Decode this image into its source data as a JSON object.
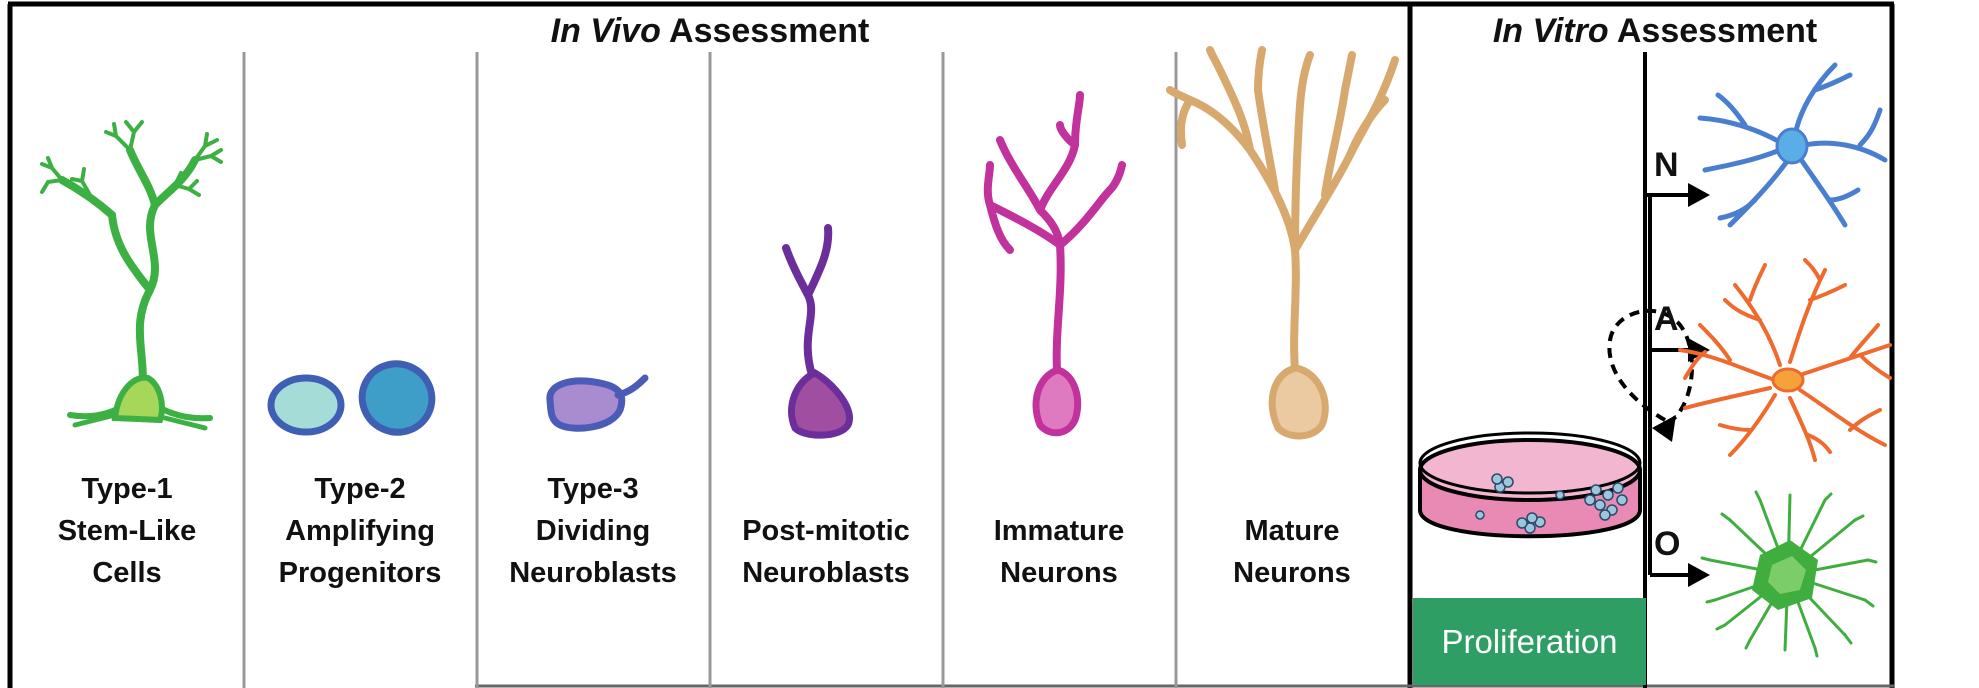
{
  "in_vivo": {
    "title_italic": "In Vivo",
    "title_rest": " Assessment",
    "stages": [
      {
        "lines": [
          "Type-1",
          "Stem-Like",
          "Cells"
        ]
      },
      {
        "lines": [
          "Type-2",
          "Amplifying",
          "Progenitors"
        ]
      },
      {
        "lines": [
          "Type-3",
          "Dividing",
          "Neuroblasts"
        ]
      },
      {
        "lines": [
          "Post-mitotic",
          "Neuroblasts"
        ]
      },
      {
        "lines": [
          "Immature",
          "Neurons"
        ]
      },
      {
        "lines": [
          "Mature",
          "Neurons"
        ]
      }
    ]
  },
  "in_vitro": {
    "title_italic": "In Vitro",
    "title_rest": " Assessment",
    "fates": [
      "N",
      "A",
      "O"
    ],
    "proliferation_label": "Proliferation"
  },
  "colors": {
    "type1": "#3cb043",
    "type2": "#3f5fb5",
    "type3": "#4a5cb8",
    "postmitotic": "#6b2e9a",
    "immature": "#c2329c",
    "mature": "#d8a96e",
    "neuron_fate": "#4a7fd0",
    "astrocyte_fate": "#ef6a2e",
    "oligo_fate": "#3fae3f",
    "proliferation": "#2e9e64",
    "dish": "#e98ab5"
  }
}
